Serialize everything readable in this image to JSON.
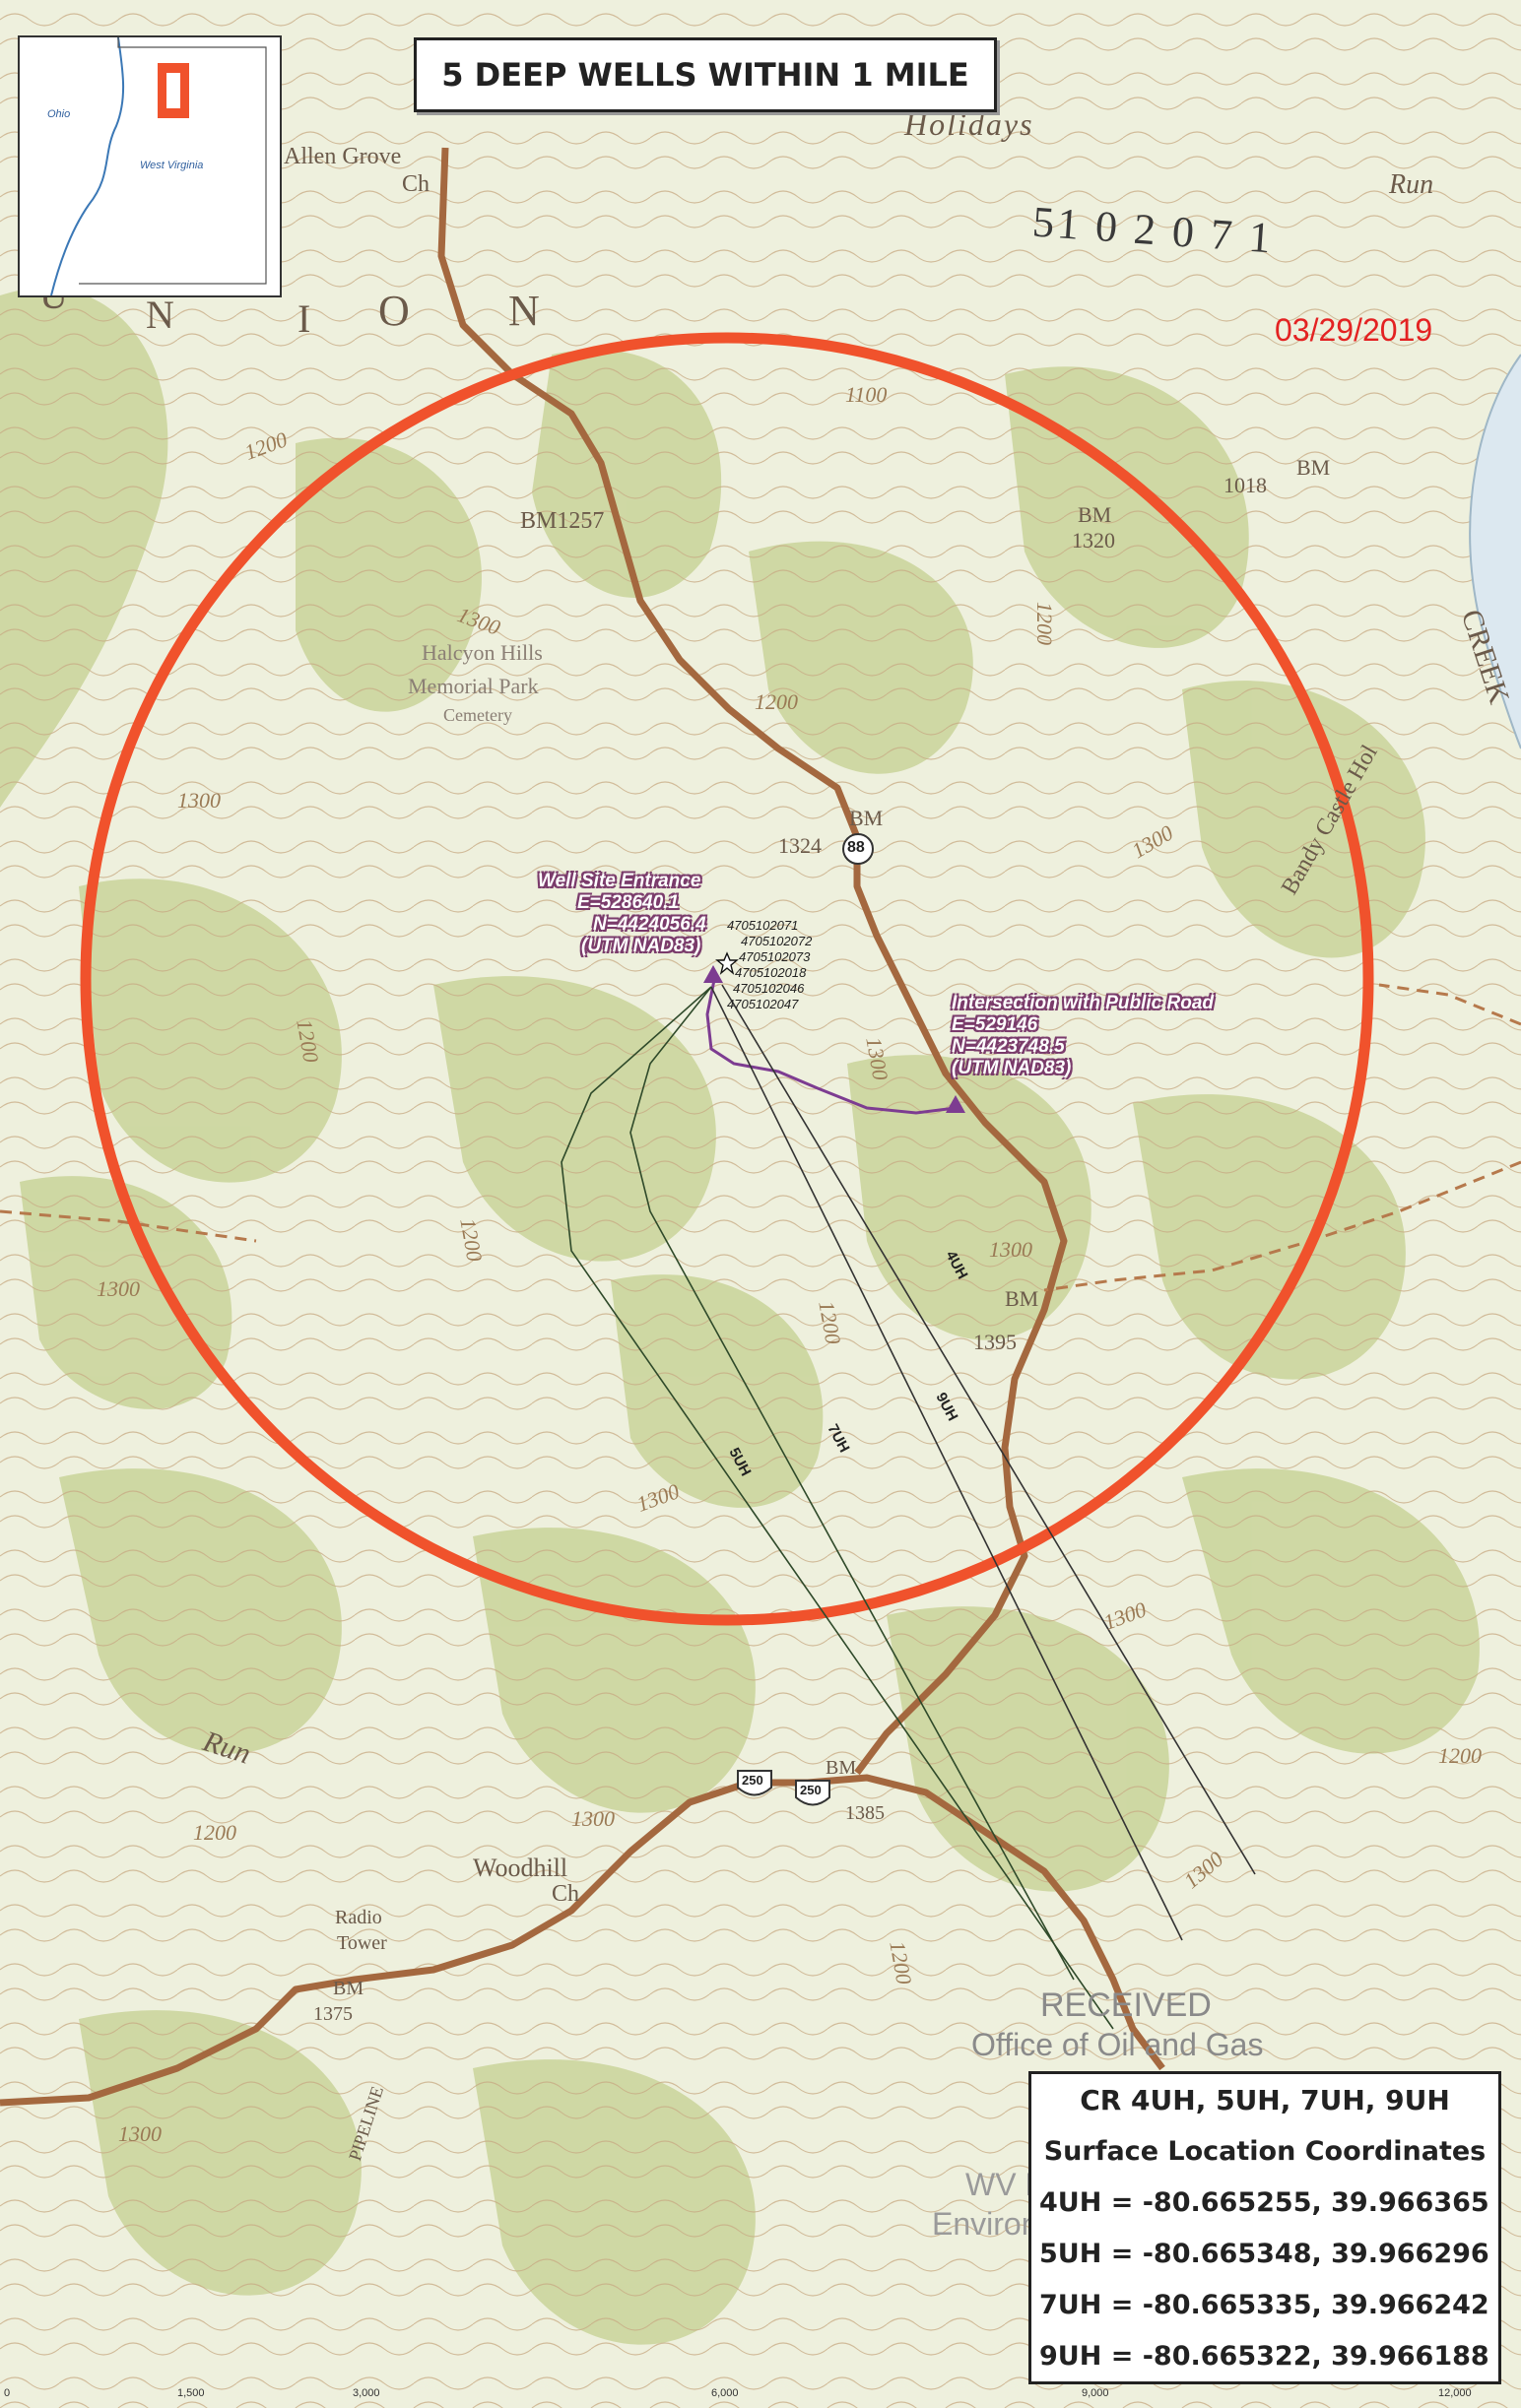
{
  "title": "5 DEEP WELLS WITHIN 1 MILE",
  "date_stamp": "03/29/2019",
  "inset": {
    "states": [
      "Ohio",
      "West Virginia"
    ]
  },
  "map_labels": {
    "allen_grove": "Allen Grove",
    "allen_grove_ch": "Ch",
    "holidays": "Holidays",
    "run_top": "Run",
    "permit_number": "51 0 2 0 7 1",
    "union_letters": [
      "U",
      "N",
      "I",
      "O",
      "N"
    ],
    "bm1257": "BM1257",
    "bm1320": "1320",
    "bm_label": "BM",
    "bm1018": "1018",
    "halcyon": "Halcyon Hills",
    "memorial_park": "Memorial Park",
    "cemetery": "Cemetery",
    "creek": "CREEK",
    "bm_1324": "1324",
    "bm_1395": "1395",
    "route_88": "88",
    "run_bottom": "Run",
    "woodhill": "Woodhill",
    "woodhill_ch": "Ch",
    "radio": "Radio",
    "tower": "Tower",
    "bm1375": "1375",
    "bm_1385": "1385",
    "route_250a": "250",
    "route_250b": "250",
    "pipeline": "PIPELINE",
    "bandy": "Bandy Castle Hol"
  },
  "contour_labels": [
    "1100",
    "1200",
    "1300",
    "1200",
    "1300",
    "1200",
    "1300",
    "1200",
    "1300",
    "1300",
    "1200",
    "1300",
    "1200",
    "1300",
    "1300",
    "1200",
    "1300",
    "1200",
    "1300",
    "1200",
    "1300"
  ],
  "well_site": {
    "title": "Well Site Entrance",
    "easting": "E=528640.1",
    "northing": "N=4424056.4",
    "datum": "(UTM NAD83)"
  },
  "intersection": {
    "title": "Intersection with Public Road",
    "easting": "E=529146",
    "northing": "N=4423748.5",
    "datum": "(UTM NAD83)"
  },
  "api_numbers": [
    "4705102071",
    "4705102072",
    "4705102073",
    "4705102018",
    "4705102046",
    "4705102047"
  ],
  "laterals": [
    "4UH",
    "5UH",
    "7UH",
    "9UH"
  ],
  "received_stamp": {
    "received": "RECEIVED",
    "office": "Office of Oil and Gas",
    "dept": "WV Department of",
    "env": "Environmental Protection"
  },
  "coords_box": {
    "title": "CR 4UH, 5UH, 7UH, 9UH",
    "subtitle": "Surface Location Coordinates",
    "rows": [
      "4UH = -80.665255, 39.966365",
      "5UH = -80.665348, 39.966296",
      "7UH = -80.665335, 39.966242",
      "9UH = -80.665322, 39.966188"
    ]
  },
  "scale_ticks": [
    "0",
    "1,500",
    "3,000",
    "6,000",
    "9,000",
    "12,000"
  ],
  "colors": {
    "radius_circle": "#f0522c",
    "date_stamp": "#e32222",
    "road": "#a4683f",
    "access_road": "#7d3c91",
    "lateral_line": "#333333",
    "map_bg": "#e9ecd4",
    "vegetation": "#c9d49a"
  }
}
